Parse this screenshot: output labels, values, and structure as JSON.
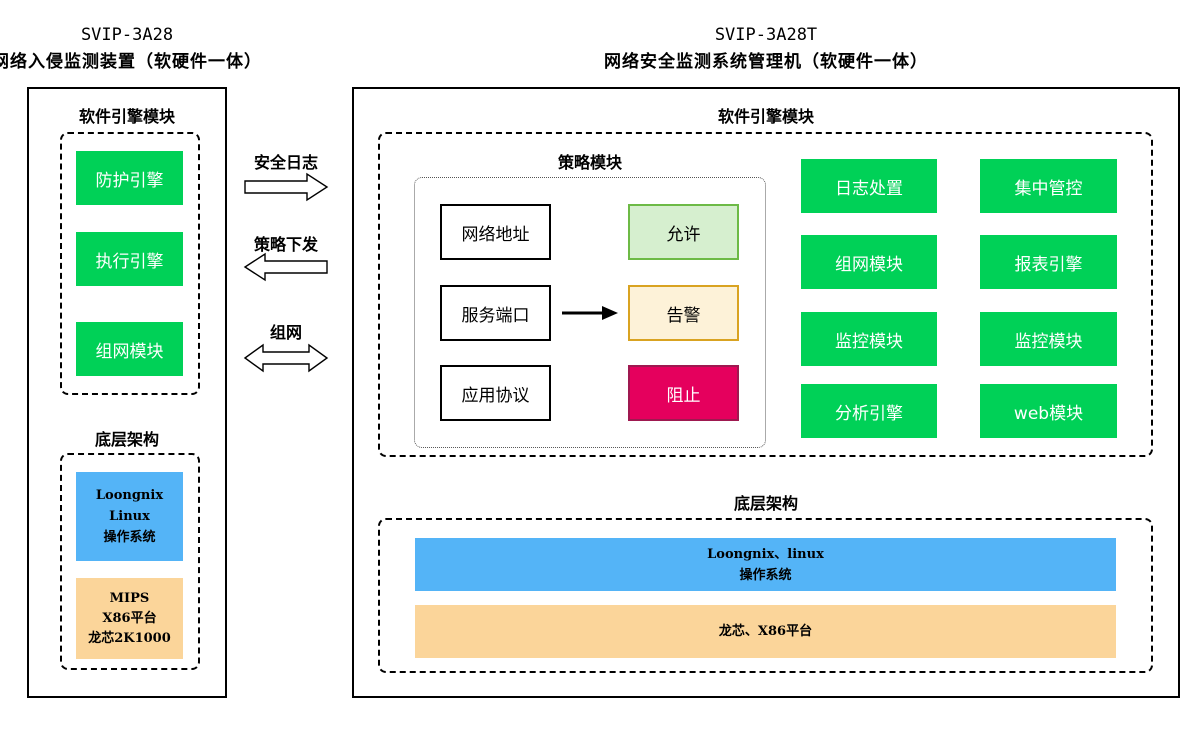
{
  "left_device": {
    "model": "SVIP-3A28",
    "name": "网络入侵监测装置（软硬件一体）",
    "software_section": {
      "label": "软件引擎模块",
      "modules": [
        "防护引擎",
        "执行引擎",
        "组网模块"
      ]
    },
    "base_section": {
      "label": "底层架构",
      "os": [
        "Loongnix",
        "Linux",
        "操作系统"
      ],
      "platform": [
        "MIPS",
        "X86平台",
        "龙芯2K1000"
      ]
    }
  },
  "links": [
    {
      "label": "安全日志",
      "direction": "right"
    },
    {
      "label": "策略下发",
      "direction": "left"
    },
    {
      "label": "组网",
      "direction": "both"
    }
  ],
  "right_device": {
    "model": "SVIP-3A28T",
    "name": "网络安全监测系统管理机（软硬件一体）",
    "software_section": {
      "label": "软件引擎模块",
      "policy": {
        "label": "策略模块",
        "inputs": [
          "网络地址",
          "服务端口",
          "应用协议"
        ],
        "outputs": [
          {
            "label": "允许",
            "bg": "#d6efcf",
            "border": "#6dba46"
          },
          {
            "label": "告警",
            "bg": "#fdf2d8",
            "border": "#d9a321"
          },
          {
            "label": "阻止",
            "bg": "#e5005d",
            "border": "#9e1950"
          }
        ]
      },
      "modules_col1": [
        "日志处置",
        "组网模块",
        "监控模块",
        "分析引擎"
      ],
      "modules_col2": [
        "集中管控",
        "报表引擎",
        "监控模块",
        "web模块"
      ]
    },
    "base_section": {
      "label": "底层架构",
      "os": [
        "Loongnix、linux",
        "操作系统"
      ],
      "platform": "龙芯、X86平台"
    }
  },
  "colors": {
    "module_green": "#00d157",
    "os_blue": "#54b4f7",
    "platform_orange": "#fbd59a"
  }
}
